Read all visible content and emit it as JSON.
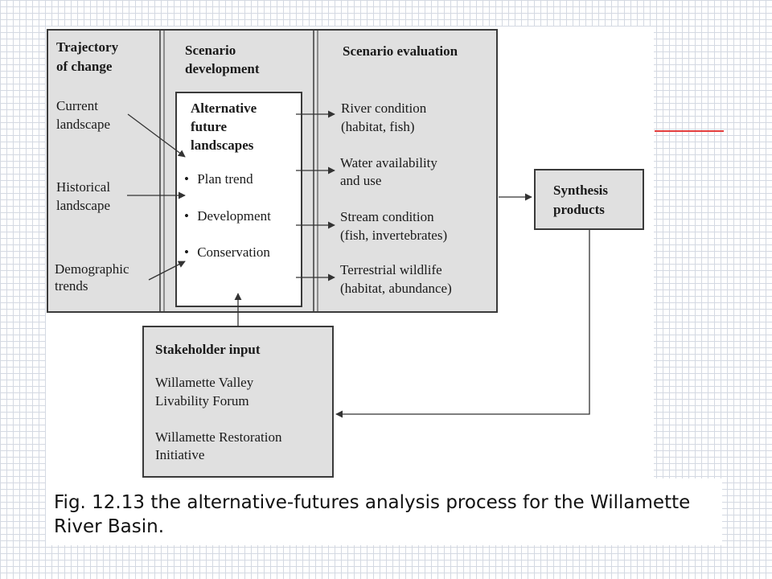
{
  "diagram": {
    "columns": {
      "trajectory": {
        "heading": [
          "Trajectory",
          "of change"
        ],
        "items": [
          [
            "Current",
            "landscape"
          ],
          [
            "Historical",
            "landscape"
          ],
          [
            "Demographic",
            "trends"
          ]
        ]
      },
      "scenario_development": {
        "heading": [
          "Scenario",
          "development"
        ],
        "box_title": [
          "Alternative",
          "future",
          "landscapes"
        ],
        "bullets": [
          "Plan trend",
          "Development",
          "Conservation"
        ],
        "bullet_symbol": "•"
      },
      "scenario_evaluation": {
        "heading": "Scenario evaluation",
        "items": [
          [
            "River condition",
            "(habitat, fish)"
          ],
          [
            "Water availability",
            "and use"
          ],
          [
            "Stream condition",
            "(fish, invertebrates)"
          ],
          [
            "Terrestrial wildlife",
            "(habitat, abundance)"
          ]
        ]
      }
    },
    "synthesis": [
      "Synthesis",
      "products"
    ],
    "stakeholder": {
      "title": "Stakeholder input",
      "items": [
        [
          "Willamette Valley",
          "Livability Forum"
        ],
        [
          "Willamette Restoration",
          "Initiative"
        ]
      ]
    },
    "colors": {
      "panel_fill": "#e0e0e0",
      "box_fill": "#ffffff",
      "line": "#3a3a3a",
      "accent_red": "#e23c3c",
      "grid": "#d4d9e2"
    }
  },
  "caption": "Fig. 12.13 the alternative-futures analysis process for the Willamette River Basin."
}
